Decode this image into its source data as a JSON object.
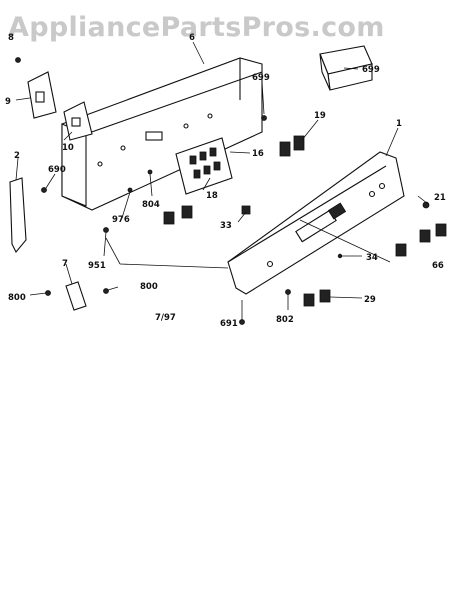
{
  "watermark": "AppliancePartsPros.com",
  "date_code": "7/97",
  "callouts": {
    "c8": "8",
    "c6": "6",
    "c699_box": "699",
    "c9": "9",
    "c699_a": "699",
    "c10": "10",
    "c19": "19",
    "c1": "1",
    "c2": "2",
    "c690": "690",
    "c16": "16",
    "c18": "18",
    "c21": "21",
    "c804": "804",
    "c976": "976",
    "c33": "33",
    "c951": "951",
    "c34": "34",
    "c66": "66",
    "c7": "7",
    "c800_l": "800",
    "c800_r": "800",
    "c29": "29",
    "c802": "802",
    "c691": "691"
  }
}
